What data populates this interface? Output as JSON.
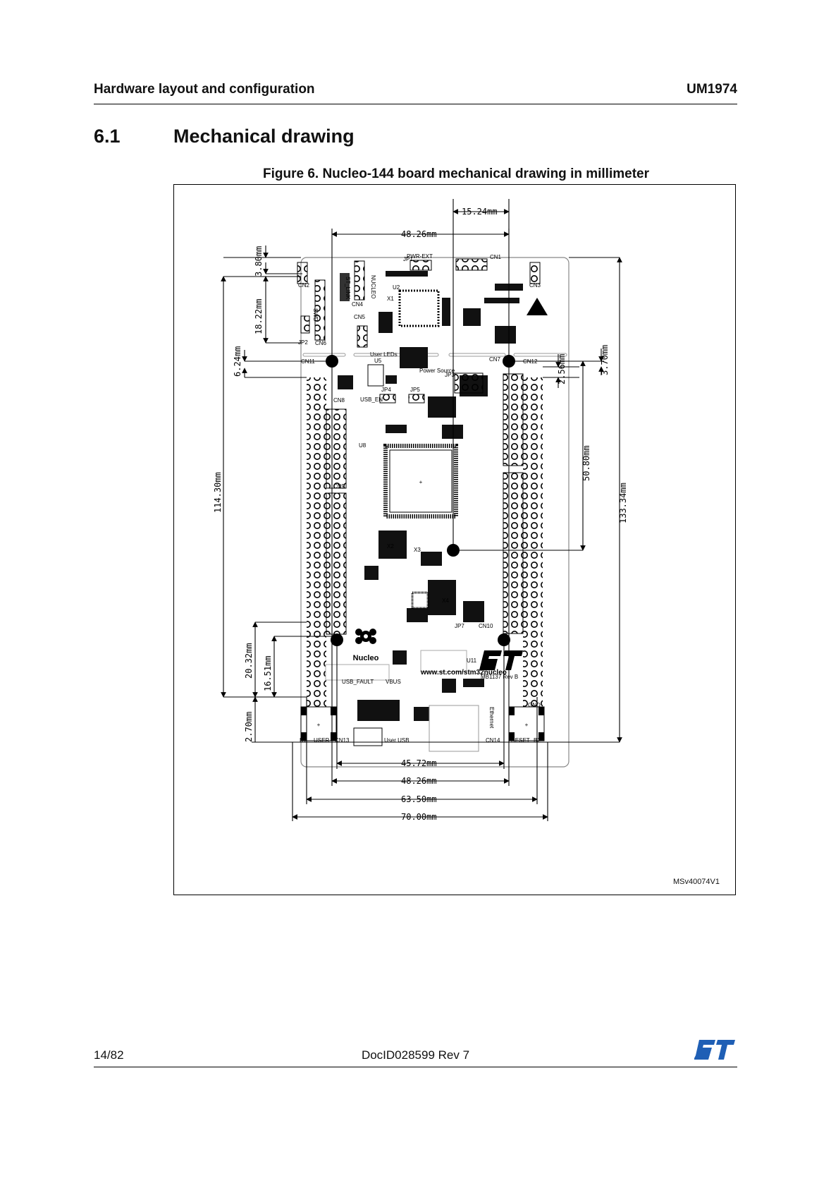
{
  "header": {
    "section": "Hardware layout and configuration",
    "doc_code": "UM1974"
  },
  "section": {
    "number": "6.1",
    "title": "Mechanical drawing"
  },
  "figure": {
    "caption": "Figure 6. Nucleo-144 board mechanical drawing in millimeter",
    "id": "MSv40074V1",
    "dimensions": {
      "top_15_24": "15.24mm",
      "top_48_26": "48.26mm",
      "left_3_80": "3.80mm",
      "left_18_22": "18.22mm",
      "left_6_24": "6.24mm",
      "left_114_30": "114.30mm",
      "left_20_32": "20.32mm",
      "left_16_51": "16.51mm",
      "left_2_70": "2.70mm",
      "right_2_56": "2.56mm",
      "right_3_70": "3.70mm",
      "right_50_80": "50.80mm",
      "right_133_34": "133.34mm",
      "bottom_45_72": "45.72mm",
      "bottom_48_26": "48.26mm",
      "bottom_63_50": "63.50mm",
      "bottom_70_00": "70.00mm"
    },
    "board_labels": {
      "nucleo_logo": "Nucleo",
      "url": "www.st.com/stm32nucleo",
      "cn11": "CN11",
      "cn12": "CN12",
      "cn8": "CN8",
      "cn9": "CN9",
      "cn7": "CN7",
      "cn10": "CN10",
      "cn13": "CN13",
      "cn14": "CN14",
      "cn1": "CN1",
      "user_btn": "USER",
      "reset_btn": "RESET",
      "b1": "B1",
      "b2": "B2",
      "user_leds": "User LEDs",
      "usb_en": "USB_EN",
      "pwr_ext": "PWR-EXT",
      "usb_fault": "USB_FAULT",
      "vbus": "VBUS",
      "user_usb": "User USB",
      "ethernet": "Ethernet",
      "power_source": "Power Source",
      "gnd": "GND",
      "u8": "U8",
      "u5": "U5",
      "u2": "U2",
      "x1": "X1",
      "x2": "X2",
      "x3": "X3",
      "x4": "X4",
      "u11": "U11",
      "mb_rev": "MB1137 Rev B",
      "jp1": "JP1",
      "jp2": "JP2",
      "jp3": "JP3",
      "jp4": "JP4",
      "jp5": "JP5",
      "jp7": "JP7",
      "swd": "SWD",
      "st_link": "ST_LINK",
      "nucleo_txt": "NUCLEO",
      "cn2": "CN2",
      "cn3": "CN3",
      "cn4": "CN4",
      "cn5": "CN5",
      "cn6": "CN6"
    }
  },
  "footer": {
    "page": "14/82",
    "doc_id": "DocID028599 Rev 7"
  }
}
